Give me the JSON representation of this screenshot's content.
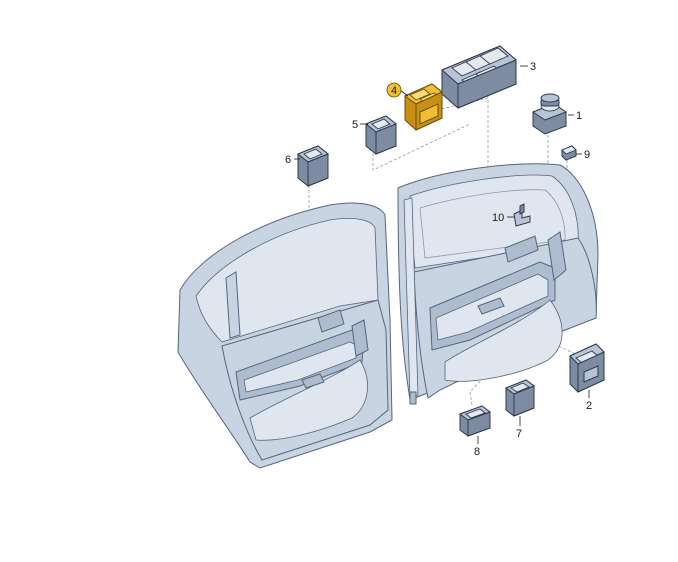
{
  "highlight_color": "#f0bf35",
  "callouts": {
    "c1": "1",
    "c2": "2",
    "c3": "3",
    "c4": "4",
    "c5": "5",
    "c6": "6",
    "c7": "7",
    "c8": "8",
    "c9": "9",
    "c10": "10"
  }
}
